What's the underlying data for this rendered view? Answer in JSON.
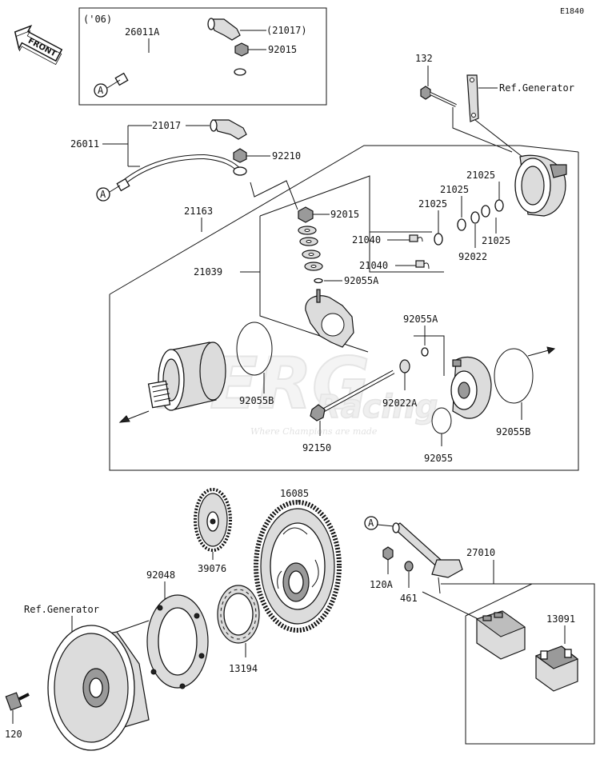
{
  "diagram": {
    "code": "E1840",
    "front_label": "FRONT",
    "inset_year": "('06)",
    "callout_a": "A",
    "watermark": {
      "brand": "BERG",
      "sub": "Racing",
      "tagline": "Where Champions are made"
    },
    "parts": {
      "p26011A": "26011A",
      "p21017_paren": "(21017)",
      "p92015_inset": "92015",
      "p26011": "26011",
      "p21017": "21017",
      "p92210": "92210",
      "p21163": "21163",
      "p92015": "92015",
      "p21039": "21039",
      "p21040_a": "21040",
      "p21040_b": "21040",
      "p92055A_top": "92055A",
      "p92055A": "92055A",
      "p92022A": "92022A",
      "p92055B_left": "92055B",
      "p92055B_right": "92055B",
      "p92150": "92150",
      "p92055": "92055",
      "p132": "132",
      "ref_gen_top": "Ref.Generator",
      "p21025_a": "21025",
      "p21025_b": "21025",
      "p21025_c": "21025",
      "p21025_d": "21025",
      "p92022": "92022",
      "p16085": "16085",
      "p39076": "39076",
      "p92048": "92048",
      "ref_gen_bottom": "Ref.Generator",
      "p13194": "13194",
      "p120": "120",
      "p27010": "27010",
      "p120A": "120A",
      "p461": "461",
      "p13091": "13091"
    }
  }
}
